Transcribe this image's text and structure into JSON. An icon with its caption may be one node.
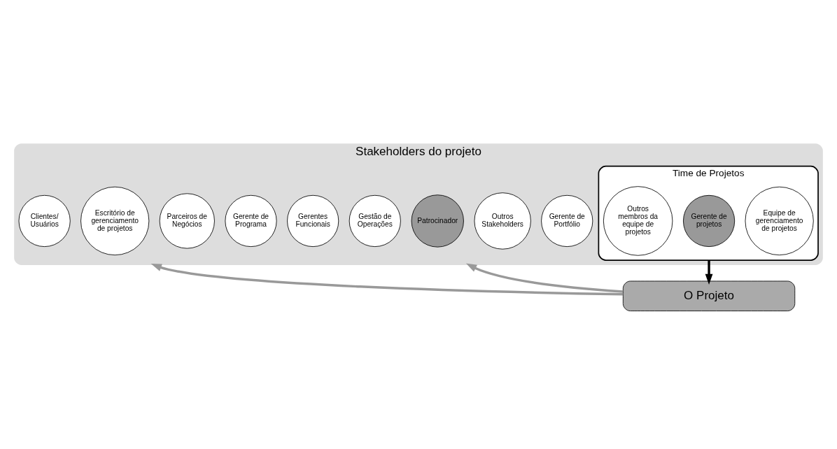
{
  "diagram": {
    "nodes": [
      {
        "text": [
          "Stakeholders do projeto"
        ]
      },
      {
        "text": [
          "Gerente de Portfólio"
        ],
        "in": 0
      },
      {
        "text": [
          "Outros Stakeholders"
        ],
        "in": 0
      },
      {
        "text": [
          "Patrocinador"
        ],
        "in": 0
      },
      {
        "text": [
          "Gestão de Operações"
        ],
        "in": 0
      },
      {
        "text": [
          "Gerentes Funcionais"
        ],
        "in": 0
      },
      {
        "text": [
          "Time de Projetos"
        ],
        "in": 0
      },
      {
        "text": [
          "Equipe de gerenciamento de projetos"
        ],
        "in": 6
      },
      {
        "text": [
          "Gerente de projetos"
        ],
        "in": 6
      },
      {
        "text": [
          "Outros membros da equipe de projetos"
        ],
        "in": 6
      },
      {
        "text": [
          "Gerente de Programa"
        ],
        "in": 0
      },
      {
        "text": [
          "Parceiros de Negócios"
        ],
        "in": 0
      },
      {
        "text": [
          "Escritório de gerenciamento de projetos"
        ],
        "in": 0
      },
      {
        "text": [
          "Clientes/ Usuários"
        ],
        "in": 0
      },
      {
        "text": [
          "O Projeto"
        ]
      }
    ],
    "edges": [
      {
        "from": 6,
        "to": 14,
        "arrow": "to",
        "color": "#000000"
      },
      {
        "from": 14,
        "to": 0,
        "arrow": "to"
      },
      {
        "from": 14,
        "to": 0,
        "arrow": "to"
      }
    ]
  }
}
